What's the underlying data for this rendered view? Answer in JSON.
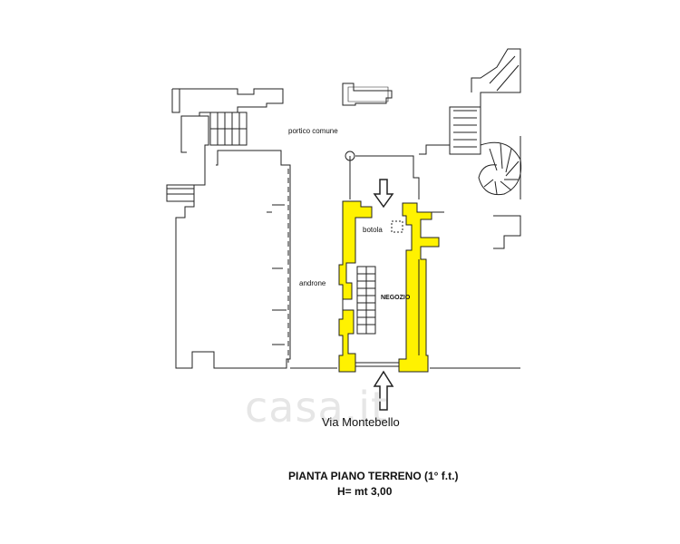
{
  "labels": {
    "portico": "portico comune",
    "botola": "botola",
    "androne": "androne",
    "negozio": "NEGOZIO",
    "street": "Via Montebello"
  },
  "title": {
    "line1": "PIANTA PIANO TERRENO (1° f.t.)",
    "line2": "H= mt 3,00"
  },
  "watermark": "casa.it",
  "colors": {
    "highlight": "#fff200",
    "lines": "#222222"
  }
}
